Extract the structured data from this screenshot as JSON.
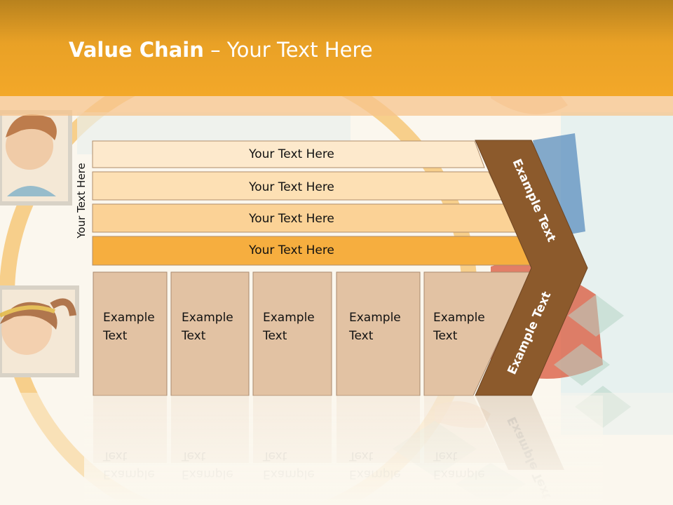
{
  "slide": {
    "title_bold": "Value Chain",
    "title_rest": " – Your Text Here",
    "side_label": "Your Text Here"
  },
  "bars": [
    {
      "label": "Your Text Here",
      "color": "#fde9cc"
    },
    {
      "label": "Your Text Here",
      "color": "#fde0b4"
    },
    {
      "label": "Your Text Here",
      "color": "#fbd296"
    },
    {
      "label": "Your Text Here",
      "color": "#f6ae3f"
    }
  ],
  "boxes": [
    {
      "line1": "Example",
      "line2": "Text"
    },
    {
      "line1": "Example",
      "line2": "Text"
    },
    {
      "line1": "Example",
      "line2": "Text"
    },
    {
      "line1": "Example",
      "line2": "Text"
    },
    {
      "line1": "Example",
      "line2": "Text"
    }
  ],
  "chevron": {
    "upper_label": "Example Text",
    "lower_label": "Example Text",
    "color": "#8c5a2c"
  },
  "colors": {
    "header": "#f3a829",
    "box_fill": "#e2c2a3",
    "box_stroke": "#a98a6e"
  }
}
